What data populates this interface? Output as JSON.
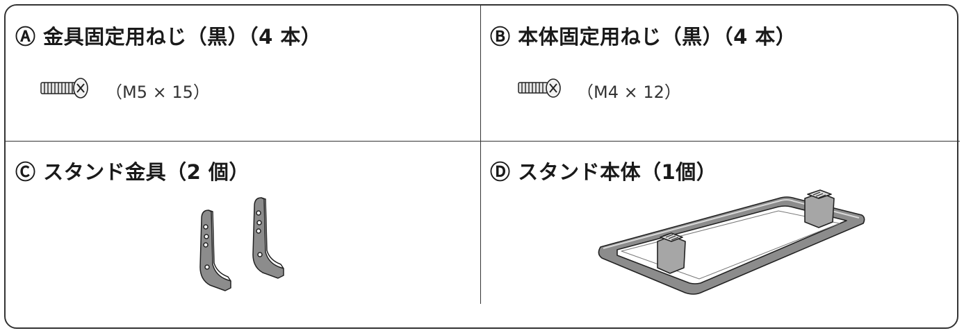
{
  "items": {
    "a": {
      "title": "Ⓐ 金具固定用ねじ（黒）（4 本）",
      "spec": "（M5 × 15）"
    },
    "b": {
      "title": "Ⓑ 本体固定用ねじ（黒）（4 本）",
      "spec": "（M4 × 12）"
    },
    "c": {
      "title": "Ⓒ スタンド金具（2 個）"
    },
    "d": {
      "title": "Ⓓ スタンド本体（1個）"
    }
  },
  "icons": {
    "screw_a": "screw-icon",
    "screw_b": "screw-icon",
    "brackets": "stand-bracket-illustration",
    "stand": "stand-base-illustration"
  },
  "colors": {
    "border": "#333333",
    "part_fill": "#8c8c8c",
    "part_light": "#d9d9d9"
  }
}
